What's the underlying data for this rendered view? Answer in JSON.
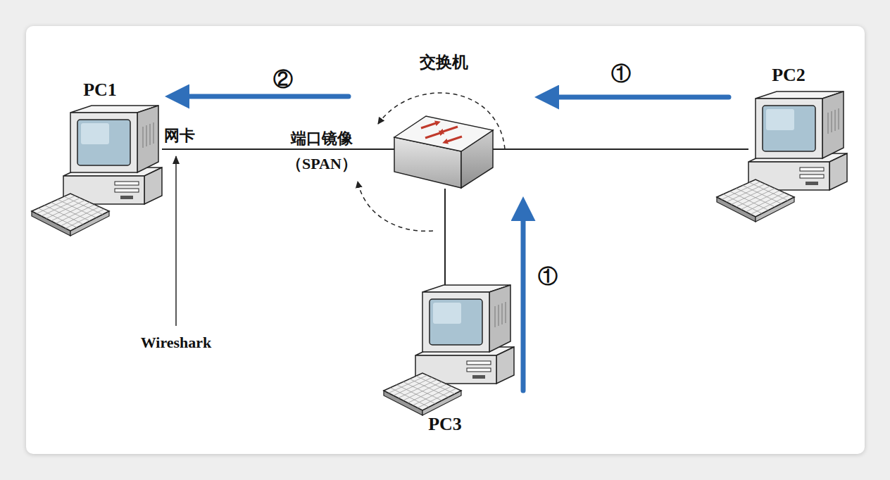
{
  "diagram": {
    "nodes": [
      {
        "text": [
          "PC1"
        ]
      },
      {
        "text": [
          "交换机"
        ]
      },
      {
        "text": [
          "PC2"
        ]
      },
      {
        "text": [
          "PC3"
        ]
      }
    ],
    "edges": [
      {
        "from": 0,
        "to": 1,
        "arrow": "none",
        "label": "端口镜像 （SPAN）"
      },
      {
        "from": 1,
        "to": 2,
        "arrow": "none"
      },
      {
        "from": 1,
        "to": 3,
        "arrow": "none"
      }
    ],
    "labels": [
      "②",
      "①",
      "网卡",
      "①",
      "Wireshark"
    ]
  }
}
